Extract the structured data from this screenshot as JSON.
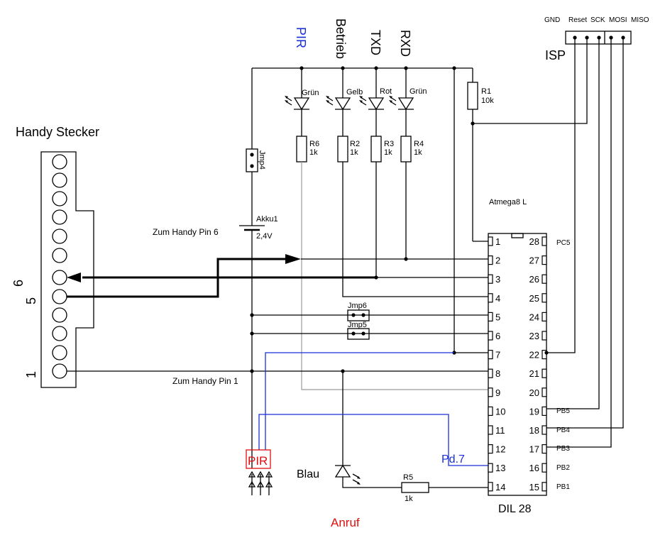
{
  "isp": {
    "title": "ISP",
    "pins": [
      "GND",
      "Reset",
      "SCK",
      "MOSI",
      "MISO"
    ]
  },
  "top_labels": {
    "pir": "PIR",
    "betrieb": "Betrieb",
    "txd": "TXD",
    "rxd": "RXD"
  },
  "leds": {
    "l1": "Grün",
    "l2": "Gelb",
    "l3": "Rot",
    "l4": "Grün",
    "blau": "Blau"
  },
  "resistors": {
    "r1": {
      "name": "R1",
      "value": "10k"
    },
    "r6": {
      "name": "R6",
      "value": "1k"
    },
    "r2": {
      "name": "R2",
      "value": "1k"
    },
    "r3": {
      "name": "R3",
      "value": "1k"
    },
    "r4": {
      "name": "R4",
      "value": "1k"
    },
    "r5": {
      "name": "R5",
      "value": "1k"
    }
  },
  "jumpers": {
    "jmp4": "Jmp4",
    "jmp6": "Jmp6",
    "jmp5": "Jmp5"
  },
  "battery": {
    "name": "Akku1",
    "value": "2,4V"
  },
  "connector": {
    "title": "Handy Stecker",
    "pin6": "6",
    "pin5": "5",
    "pin1": "1"
  },
  "notes": {
    "pin6": "Zum Handy Pin 6",
    "pin1": "Zum Handy Pin 1",
    "pd7": "Pd.7",
    "pir_box": "PIR",
    "anruf": "Anruf"
  },
  "chip": {
    "name": "Atmega8 L",
    "package": "DIL 28",
    "left_pins": [
      "1",
      "2",
      "3",
      "4",
      "5",
      "6",
      "7",
      "8",
      "9",
      "10",
      "11",
      "12",
      "13",
      "14"
    ],
    "right_pins": [
      "28",
      "27",
      "26",
      "25",
      "24",
      "23",
      "22",
      "21",
      "20",
      "19",
      "18",
      "17",
      "16",
      "15"
    ],
    "port_labels": {
      "pc5": "PC5",
      "pb5": "PB5",
      "pb4": "PB4",
      "pb3": "PB3",
      "pb2": "PB2",
      "pb1": "PB1"
    }
  },
  "colors": {
    "blue": "#1a2fd6",
    "red": "#e01010",
    "wire": "#000000"
  }
}
